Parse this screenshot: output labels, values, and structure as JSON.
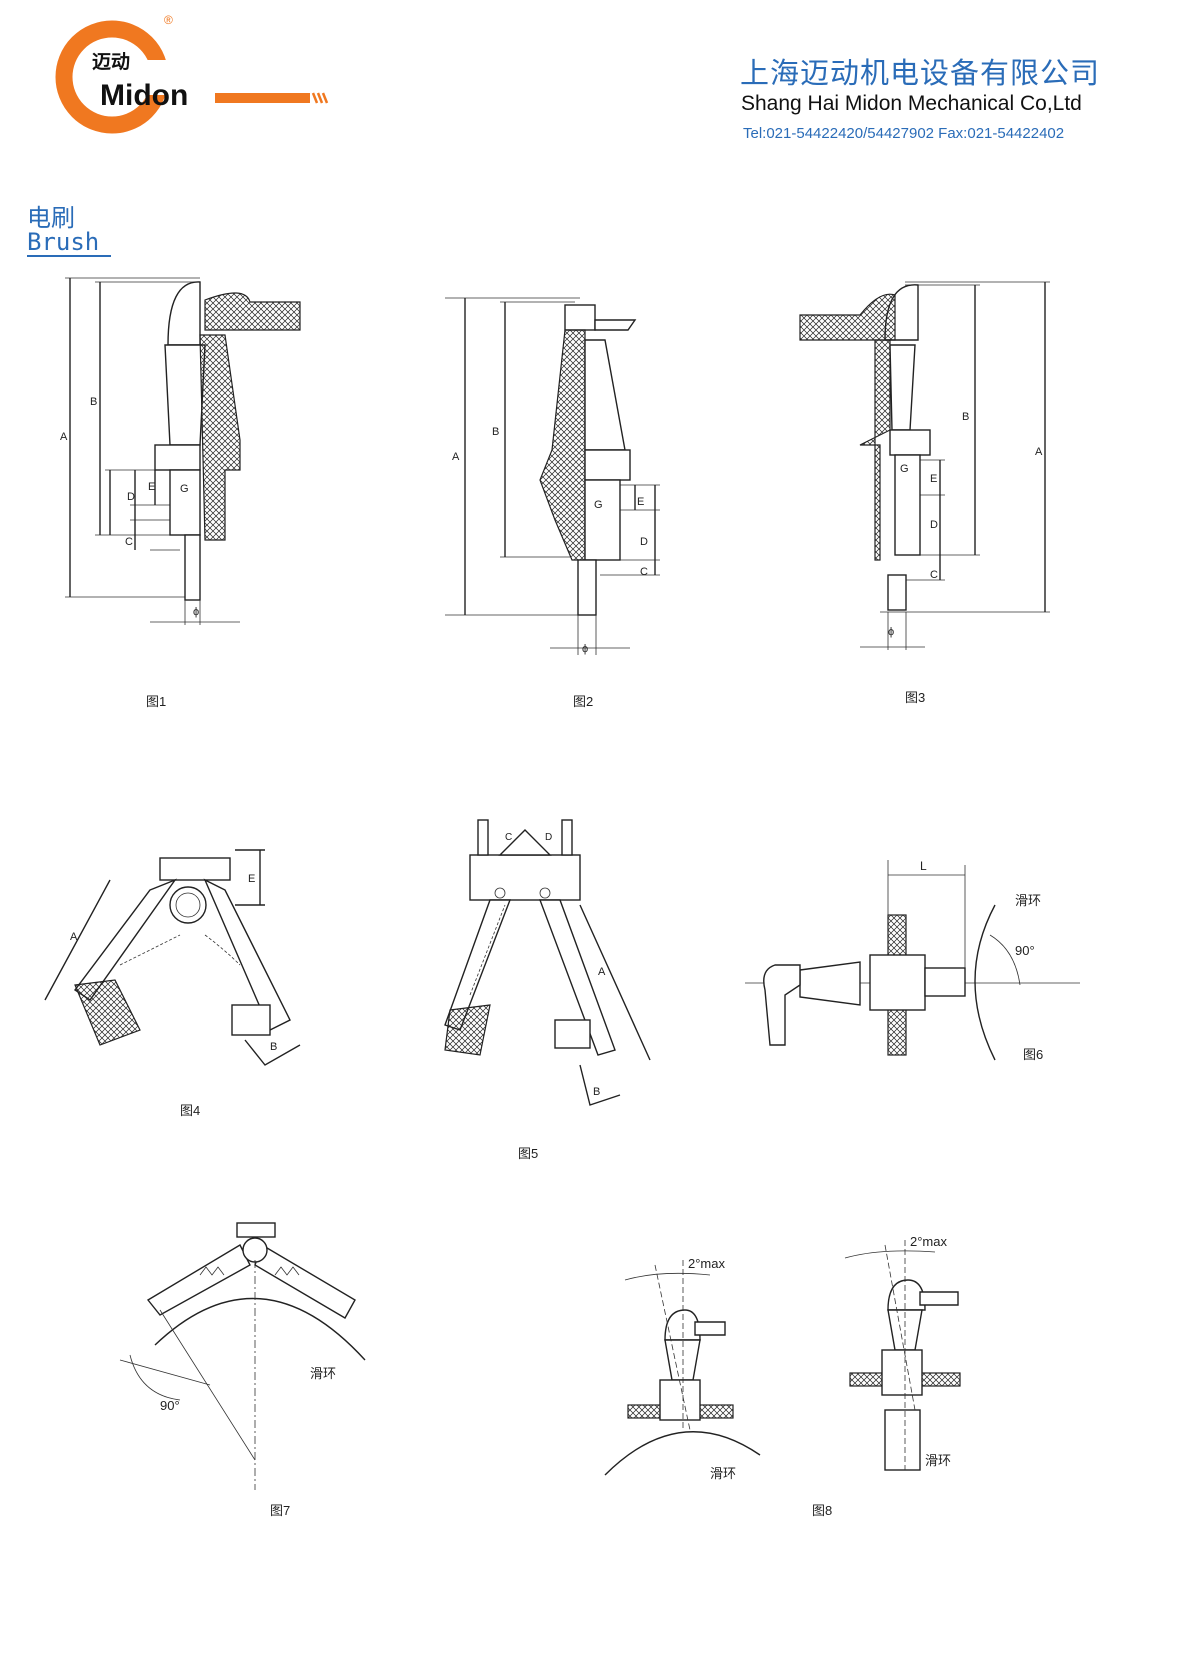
{
  "header": {
    "logo": {
      "brand_cn": "迈动",
      "brand_en": "Midon",
      "registered": "®",
      "color": "#f07820"
    },
    "company_cn": "上海迈动机电设备有限公司",
    "company_en": "Shang Hai Midon Mechanical Co,Ltd",
    "contact": "Tel:021-54422420/54427902 Fax:021-54422402"
  },
  "section": {
    "title_cn": "电刷",
    "title_en": "Brush"
  },
  "accent_color": "#2a6cb8",
  "figures": [
    {
      "caption": "图1",
      "labels": [
        "A",
        "B",
        "C",
        "D",
        "E",
        "G",
        "ϕ"
      ]
    },
    {
      "caption": "图2",
      "labels": [
        "A",
        "B",
        "C",
        "D",
        "E",
        "G",
        "ϕ"
      ]
    },
    {
      "caption": "图3",
      "labels": [
        "A",
        "B",
        "C",
        "D",
        "E",
        "G",
        "ϕ"
      ]
    },
    {
      "caption": "图4",
      "labels": [
        "A",
        "B",
        "E"
      ]
    },
    {
      "caption": "图5",
      "labels": [
        "A",
        "B",
        "C",
        "D"
      ]
    },
    {
      "caption": "图6",
      "labels": [
        "L",
        "滑环",
        "90°"
      ]
    },
    {
      "caption": "图7",
      "labels": [
        "90°",
        "滑环"
      ]
    },
    {
      "caption": "图8",
      "labels": [
        "2°max",
        "滑环",
        "2°max",
        "滑环"
      ]
    }
  ]
}
